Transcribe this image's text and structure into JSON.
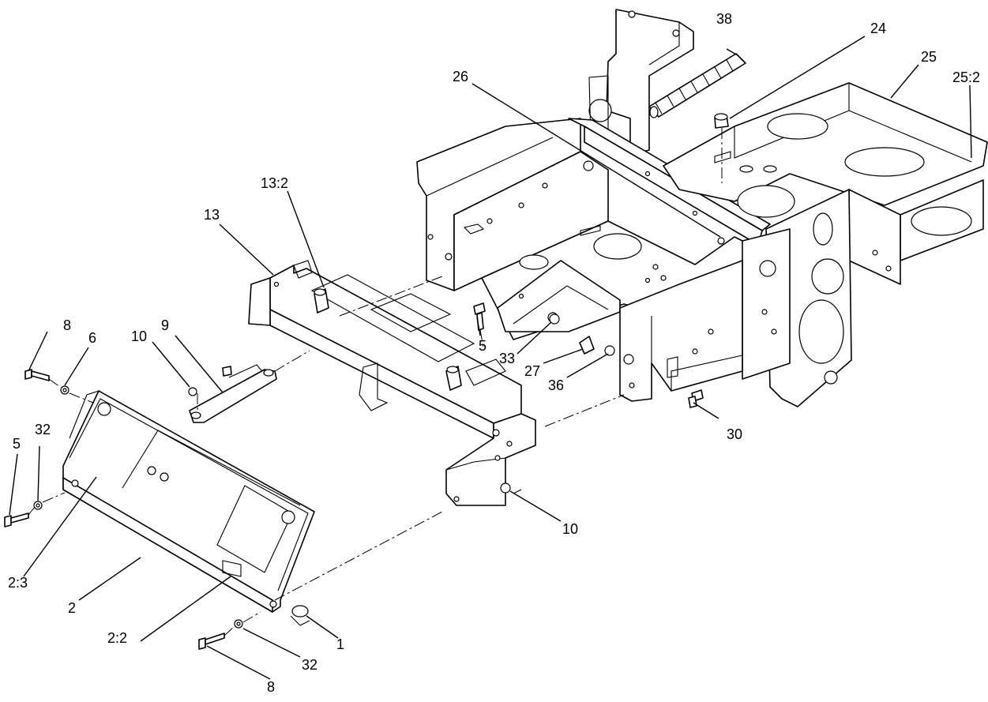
{
  "diagram": {
    "callouts": [
      {
        "id": "c38",
        "label": "38"
      },
      {
        "id": "c24",
        "label": "24"
      },
      {
        "id": "c25",
        "label": "25"
      },
      {
        "id": "c25_2",
        "label": "25:2"
      },
      {
        "id": "c26",
        "label": "26"
      },
      {
        "id": "c13_2",
        "label": "13:2"
      },
      {
        "id": "c13",
        "label": "13"
      },
      {
        "id": "c8a",
        "label": "8"
      },
      {
        "id": "c6",
        "label": "6"
      },
      {
        "id": "c10a",
        "label": "10"
      },
      {
        "id": "c9",
        "label": "9"
      },
      {
        "id": "c5a",
        "label": "5"
      },
      {
        "id": "c33",
        "label": "33"
      },
      {
        "id": "c27",
        "label": "27"
      },
      {
        "id": "c36",
        "label": "36"
      },
      {
        "id": "c30",
        "label": "30"
      },
      {
        "id": "c32a",
        "label": "32"
      },
      {
        "id": "c5b",
        "label": "5"
      },
      {
        "id": "c10b",
        "label": "10"
      },
      {
        "id": "c2_3",
        "label": "2:3"
      },
      {
        "id": "c2",
        "label": "2"
      },
      {
        "id": "c2_2",
        "label": "2:2"
      },
      {
        "id": "c1",
        "label": "1"
      },
      {
        "id": "c32b",
        "label": "32"
      },
      {
        "id": "c8b",
        "label": "8"
      }
    ]
  }
}
